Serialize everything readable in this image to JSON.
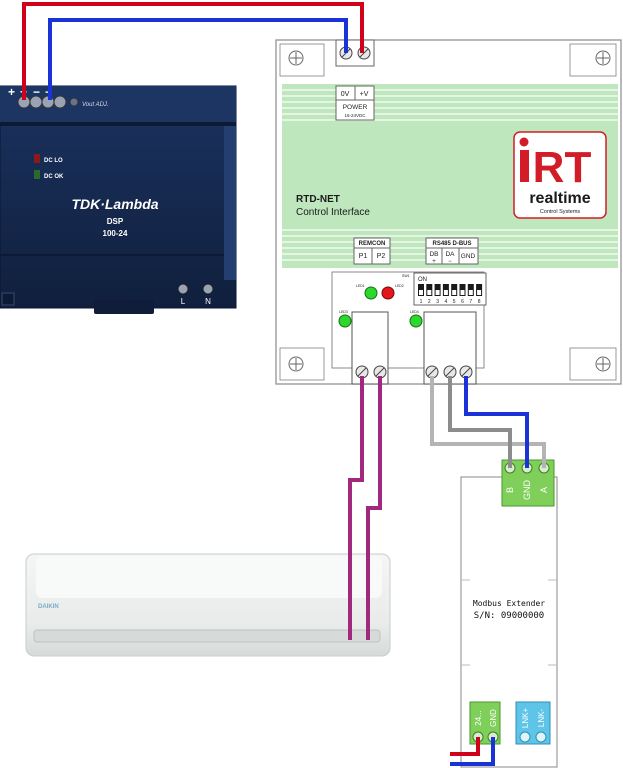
{
  "psu": {
    "brand": "TDK·Lambda",
    "model": "DSP",
    "model_number": "100-24",
    "vout_label": "Vout ADJ.",
    "led_dc_lo": "DC LO",
    "led_dc_ok": "DC OK",
    "plus_sign": "+",
    "plus_sign_2": "+",
    "minus_sign": "−",
    "minus_sign_2": "−",
    "terminal_l": "L",
    "terminal_n": "N"
  },
  "rtd": {
    "title": "RTD-NET",
    "subtitle": "Control Interface",
    "power": {
      "v0": "0V",
      "vplus": "+V",
      "label": "POWER",
      "range": "16-24VDC"
    },
    "remcon": {
      "label": "REMCON",
      "p1": "P1",
      "p2": "P2"
    },
    "rs485": {
      "label": "RS485 D-BUS",
      "db": "DB",
      "db_sign": "+",
      "da": "DA",
      "da_sign": "−",
      "gnd": "GND"
    },
    "led1": "LED1",
    "led2": "LED2",
    "led3": "LED3",
    "led4": "LED4",
    "sw1": "SW1",
    "dip_on": "ON",
    "dip_numbers": [
      "1",
      "2",
      "3",
      "4",
      "5",
      "6",
      "7",
      "8"
    ]
  },
  "logo": {
    "letters": "RT",
    "brand": "realtime",
    "tagline": "Control Systems"
  },
  "modbus": {
    "title": "Modbus Extender",
    "serial": "S/N: 09000000",
    "b": "B",
    "gnd_top": "GND",
    "a": "A",
    "v24": "24...",
    "gnd_bottom": "GND",
    "lnk_plus": "LNK+",
    "lnk_minus": "LNK-"
  },
  "ac": {
    "brand": "DAIKIN"
  },
  "colors": {
    "wire_red": "#d0021b",
    "wire_blue": "#1a33d6",
    "wire_purple": "#a0287f",
    "wire_grey": "#8c8c8c",
    "wire_lightgrey": "#b4b4b4",
    "pcb_green": "#bfe7bd",
    "terminal_green": "#7fcf5a",
    "terminal_blue": "#5ec5e8",
    "psu_navy": "#172a4f",
    "logo_red": "#d21d28"
  }
}
